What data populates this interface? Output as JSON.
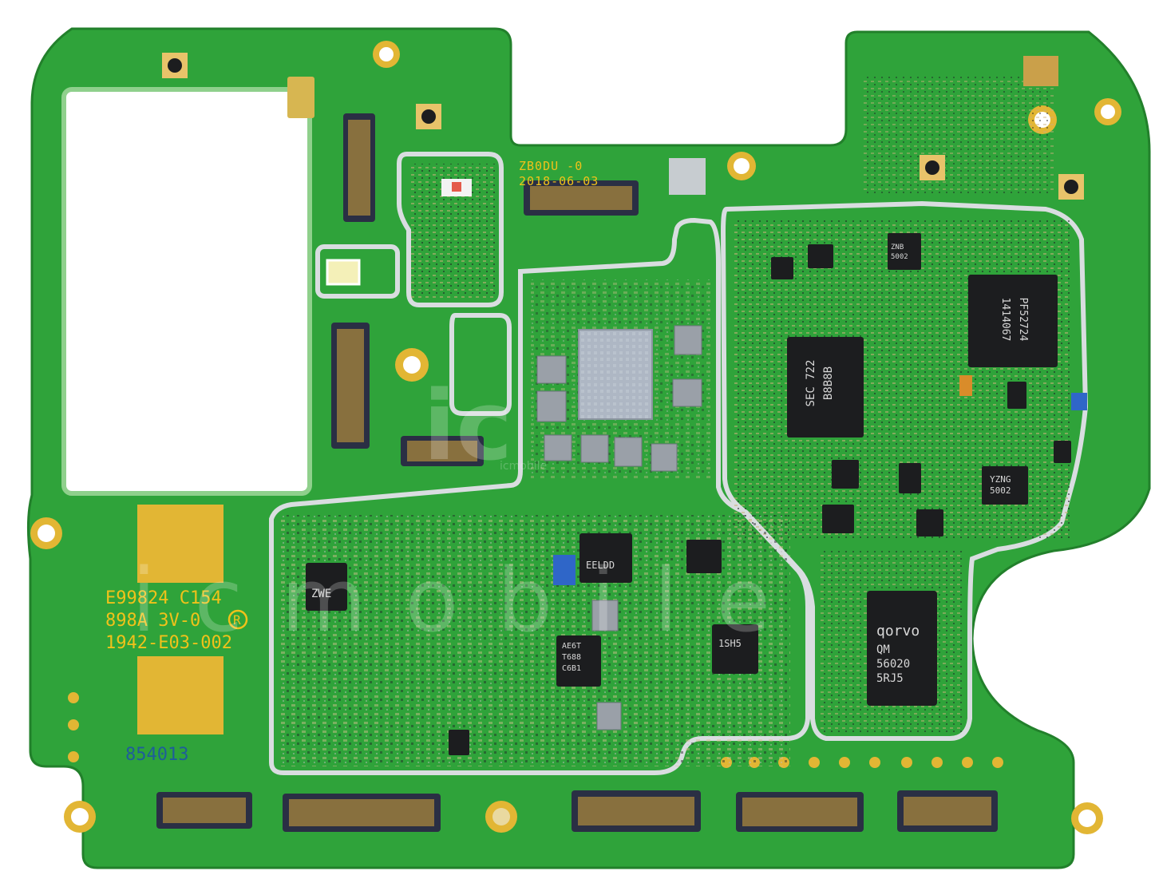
{
  "board": {
    "colors": {
      "pcb": "#2fa33a",
      "pcb_dark": "#26882f",
      "gold": "#e2b634",
      "shield": "#cfd3d6",
      "chip": "#1c1d1f",
      "connector": "#2a2f44"
    }
  },
  "silkscreen": {
    "board_code": "ZB0DU   -0",
    "board_date": "2018-06-03",
    "part_line1": "E99824  C154",
    "part_line2": "898A 3V-0",
    "ul_mark": "R",
    "part_line3": "1942-E03-002",
    "serial": "854013"
  },
  "chip_labels": {
    "sec": [
      "SEC 722",
      "B8B8B"
    ],
    "pf": [
      "1414067",
      "PF52724"
    ],
    "qorvo": [
      "qorvo",
      "QM",
      "56020",
      "5RJ5"
    ],
    "yzng": [
      "YZNG",
      "5002"
    ],
    "eeldd": "EELDD",
    "zwe": "ZWE",
    "ish5": "1SH5",
    "c6": [
      "AE6T",
      "T688",
      "C6B1"
    ],
    "znb": [
      "ZNB",
      "5002"
    ]
  },
  "watermark": {
    "logo_fragment": "ic",
    "brand_small": "icmobile",
    "brand_large": "icmobile"
  }
}
